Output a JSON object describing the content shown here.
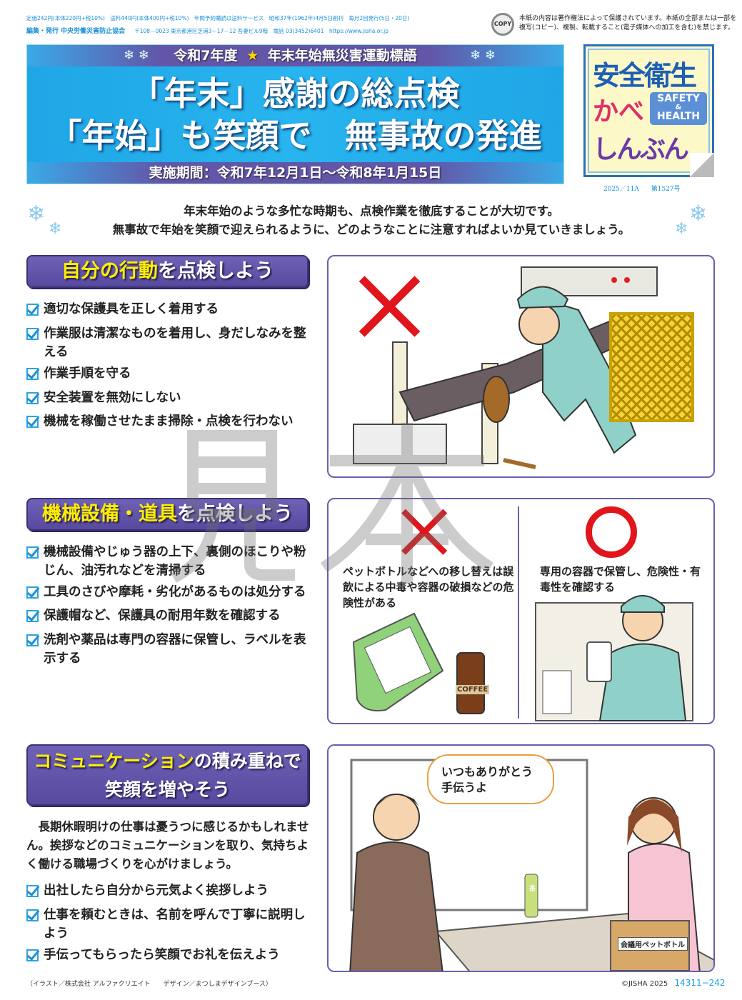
{
  "masthead": {
    "line1": "定価242円(本体220円+税10%)　送料440円(本体400円+税10%)　年間予約購読は送料サービス　昭和37年(1962年)4月5日創刊　毎月2回発行(5日・20日)",
    "publisher": "編集・発行 中央労働災害防止協会",
    "address": "〒108－0023 東京都港区芝浦3－17－12 吾妻ビル9階　電話 03(3452)6401　https://www.jisha.or.jp",
    "copy_badge": "COPY",
    "copyright_notice_1": "本紙の内容は著作権法によって保護されています。本紙の全部または一部を",
    "copyright_notice_2": "複写(コピー)、複製、転載すること(電子媒体への加工を含む)を禁じます。"
  },
  "banner": {
    "top": "令和7年度",
    "top2": "年末年始無災害運動標語",
    "title1": "「年末」感謝の総点検",
    "title2": "「年始」も笑顔で　無事故の発進",
    "period": "実施期間：令和7年12月1日～令和8年1月15日"
  },
  "logo": {
    "line1": "安全衛生",
    "kabe": "かべ",
    "shinbun": "しんぶん",
    "safety": "SAFETY",
    "amp": "&",
    "health": "HEALTH",
    "issue": "2025／11A",
    "number": "第1527号"
  },
  "colors": {
    "accent_blue": "#1fa6e6",
    "header_purple": "#5f52a8",
    "highlight_yellow": "#ffee00",
    "ng_red": "#e0161c"
  },
  "intro": [
    "年末年始のような多忙な時期も、点検作業を徹底することが大切です。",
    "無事故で年始を笑顔で迎えられるように、どのようなことに注意すればよいか見ていきましょう。"
  ],
  "sections": [
    {
      "title_highlight": "自分の行動",
      "title_rest": "を点検しよう",
      "items": [
        "適切な保護具を正しく着用する",
        "作業服は清潔なものを着用し、身だしなみを整える",
        "作業手順を守る",
        "安全装置を無効にしない",
        "機械を稼働させたまま掃除・点検を行わない"
      ]
    },
    {
      "title_highlight": "機械設備・道具",
      "title_rest": "を点検しよう",
      "items": [
        "機械設備やじゅう器の上下、裏側のほこりや粉じん、油汚れなどを清掃する",
        "工具のさびや摩耗・劣化があるものは処分する",
        "保護帽など、保護具の耐用年数を確認する",
        "洗剤や薬品は専門の容器に保管し、ラベルを表示する"
      ]
    },
    {
      "title_highlight": "コミュニケーション",
      "title_rest": "の積み重ねで",
      "title_line2": "笑顔を増やそう",
      "paragraph": "長期休暇明けの仕事は憂うつに感じるかもしれません。挨拶などのコミュニケーションを取り、気持ちよく働ける職場づくりを心がけましょう。",
      "items": [
        "出社したら自分から元気よく挨拶しよう",
        "仕事を頼むときは、名前を呼んで丁寧に説明しよう",
        "手伝ってもらったら笑顔でお礼を伝えよう"
      ]
    }
  ],
  "panels": {
    "ng_caption": "ペットボトルなどへの移し替えは誤飲による中毒や容器の破損などの危険性がある",
    "ok_caption": "専用の容器で保管し、危険性・有毒性を確認する",
    "coffee_label": "COFFEE",
    "speech": "いつもありがとう手伝うよ",
    "box_label": "会議用ペットボトル",
    "bottle_label": "茶"
  },
  "watermark": "見本",
  "footer": {
    "credits": "（イラスト／株式会社 アルファクリエイト　　デザイン／まつしまデザインブース）",
    "copyright": "©JISHA 2025",
    "code": "14311−242"
  }
}
